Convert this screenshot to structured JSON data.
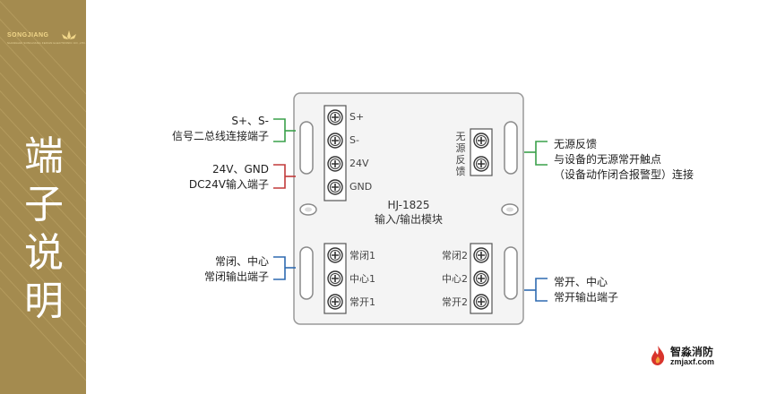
{
  "sidebar": {
    "logo_text": "SONGJIANG",
    "logo_sub": "SHANGHAI SONGJIANG FEIFAN ELECTRONIC CO.,LTD.",
    "title": "端子说明",
    "bg_color": "#a48b4f"
  },
  "module": {
    "model": "HJ-1825",
    "name": "输入/输出模块"
  },
  "terminals_left_top": [
    "S+",
    "S-",
    "24V",
    "GND"
  ],
  "terminals_right_top_label": "无源反馈",
  "terminals_left_bottom": [
    "常闭1",
    "中心1",
    "常开1"
  ],
  "terminals_right_bottom": [
    "常闭2",
    "中心2",
    "常开2"
  ],
  "annotations": {
    "bus_line1": "S+、S-",
    "bus_line2": "信号二总线连接端子",
    "power_line1": "24V、GND",
    "power_line2": "DC24V输入端子",
    "nc_line1": "常闭、中心",
    "nc_line2": "常闭输出端子",
    "fb_line1": "无源反馈",
    "fb_line2": "与设备的无源常开触点",
    "fb_line3": "（设备动作闭合报警型）连接",
    "no_line1": "常开、中心",
    "no_line2": "常开输出端子"
  },
  "colors": {
    "bus": "#3aa04a",
    "power": "#c23a3a",
    "relay": "#2e6ab0",
    "feedback": "#3aa04a"
  },
  "brand": {
    "name": "智淼消防",
    "url": "zmjaxf.com"
  }
}
